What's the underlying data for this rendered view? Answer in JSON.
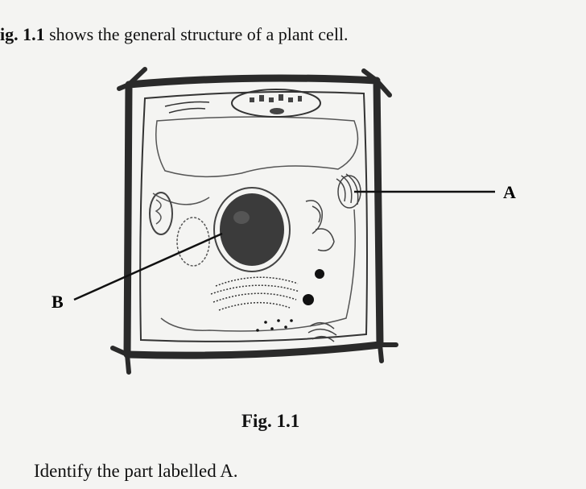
{
  "intro": {
    "fig_ref": "ig. 1.1",
    "text": " shows the general structure of a plant cell."
  },
  "figure": {
    "label_a": "A",
    "label_b": "B",
    "caption": "Fig. 1.1"
  },
  "question": "Identify the part labelled A."
}
